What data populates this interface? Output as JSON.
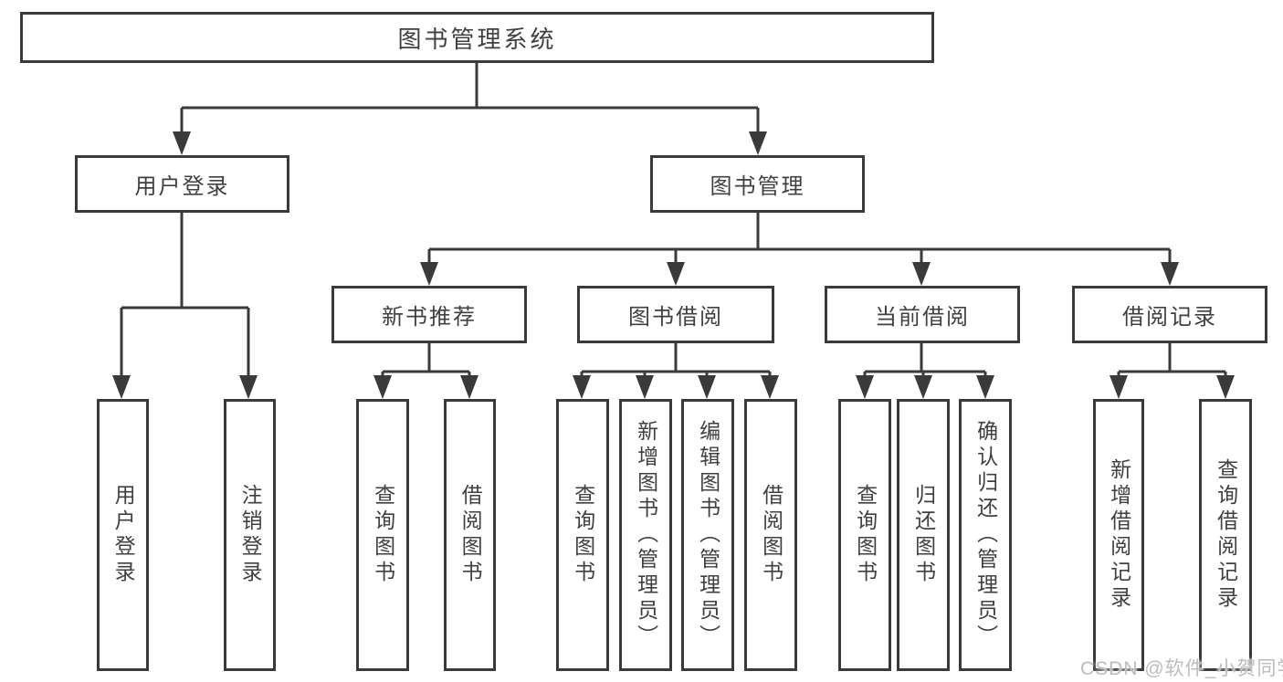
{
  "diagram": {
    "watermark": "CSDN @软件_小贺同学",
    "colors": {
      "background": "#ffffff",
      "line": "#3a3a3a",
      "text": "#404040",
      "watermark": "#bcbcbc"
    }
  },
  "nodes": {
    "root": "图书管理系统",
    "user_login": "用户登录",
    "book_management": "图书管理",
    "new_book_recommend": "新书推荐",
    "book_borrowing": "图书借阅",
    "current_borrowing": "当前借阅",
    "borrowing_records": "借阅记录",
    "leaf_user_login": "用户登录",
    "leaf_logout": "注销登录",
    "leaf_rec_query_books": "查询图书",
    "leaf_rec_borrow_books": "借阅图书",
    "leaf_bor_query_books": "查询图书",
    "leaf_bor_add_books_admin": "新增图书（管理员）",
    "leaf_bor_edit_books_admin": "编辑图书（管理员）",
    "leaf_bor_borrow_books": "借阅图书",
    "leaf_cur_query_books": "查询图书",
    "leaf_cur_return_books": "归还图书",
    "leaf_cur_confirm_return_admin": "确认归还（管理员）",
    "leaf_add_borrow_record": "新增借阅记录",
    "leaf_query_borrow_record": "查询借阅记录"
  }
}
